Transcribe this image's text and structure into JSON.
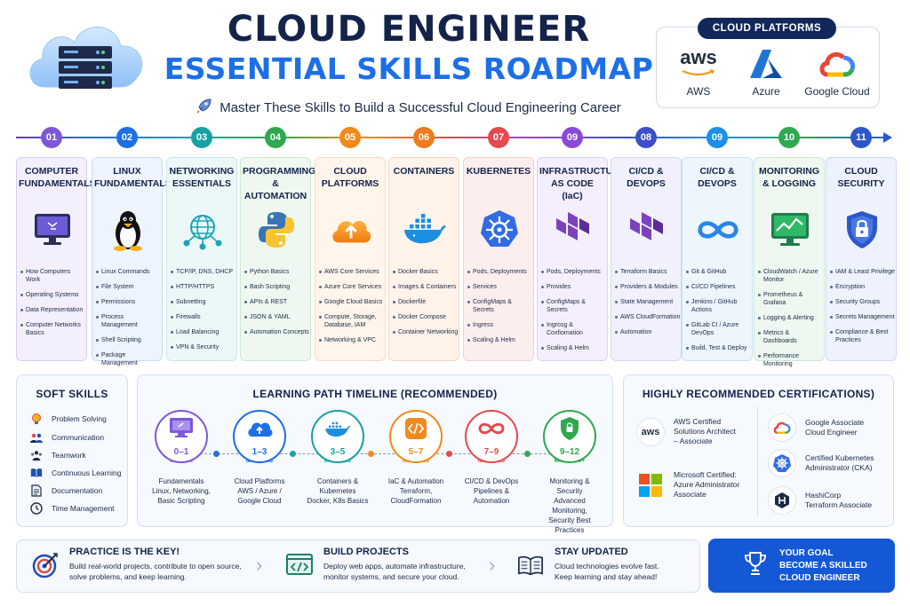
{
  "header": {
    "title_line1": "CLOUD ENGINEER",
    "title_line2": "ESSENTIAL SKILLS ROADMAP",
    "tagline": "Master These Skills to Build a Successful Cloud Engineering Career",
    "rocket_icon": "rocket-icon",
    "hero_icon": "cloud-server-icon"
  },
  "platforms": {
    "heading": "CLOUD PLATFORMS",
    "items": [
      {
        "name": "AWS",
        "logo_text": "aws",
        "icon": "aws-logo-icon"
      },
      {
        "name": "Azure",
        "icon": "azure-logo-icon"
      },
      {
        "name": "Google Cloud",
        "icon": "google-cloud-logo-icon"
      }
    ]
  },
  "skills": [
    {
      "num": "01",
      "title": "COMPUTER FUNDAMENTALS",
      "icon": "computer-monitor-icon",
      "color": "#7e57d8",
      "bg": "#f3effd",
      "border": "#d9cdf7",
      "items": [
        "How Computers Work",
        "Operating Systems",
        "Data Representation",
        "Computer Networks Basics"
      ]
    },
    {
      "num": "02",
      "title": "LINUX FUNDAMENTALS",
      "icon": "linux-penguin-icon",
      "color": "#1d6fe8",
      "bg": "#eef4fe",
      "border": "#c9dcf7",
      "items": [
        "Linux Commands",
        "File System",
        "Permissions",
        "Process Management",
        "Shell Scripting",
        "Package Management"
      ]
    },
    {
      "num": "03",
      "title": "NETWORKING ESSENTIALS",
      "icon": "network-globe-icon",
      "color": "#17a2a2",
      "bg": "#ecf8f8",
      "border": "#c5e8e8",
      "items": [
        "TCP/IP, DNS, DHCP",
        "HTTP/HTTPS",
        "Subnetting",
        "Firewalls",
        "Load Balancing",
        "VPN & Security"
      ]
    },
    {
      "num": "04",
      "title": "PROGRAMMING & AUTOMATION",
      "icon": "python-logo-icon",
      "color": "#2fa84f",
      "bg": "#eef8f0",
      "border": "#cbe8d2",
      "items": [
        "Python Basics",
        "Bash Scripting",
        "APIs & REST",
        "JSON & YAML",
        "Automation Concepts"
      ]
    },
    {
      "num": "05",
      "title": "CLOUD PLATFORMS",
      "icon": "cloud-upload-icon",
      "color": "#f08a1c",
      "bg": "#fff5ea",
      "border": "#f7dcbf",
      "items": [
        "AWS Core Services",
        "Azure Core Services",
        "Google Cloud Basics",
        "Compute, Storage, Database, IAM",
        "Networking & VPC"
      ]
    },
    {
      "num": "06",
      "title": "CONTAINERS",
      "icon": "docker-whale-icon",
      "color": "#f07a1c",
      "bg": "#fff3ea",
      "border": "#f7d7bf",
      "items": [
        "Docker Basics",
        "Images & Containers",
        "Dockerfile",
        "Docker Compose",
        "Container Networking"
      ]
    },
    {
      "num": "07",
      "title": "KUBERNETES",
      "icon": "kubernetes-helm-icon",
      "color": "#e5484d",
      "bg": "#fdeeee",
      "border": "#f5cfd0",
      "items": [
        "Pods, Deployments",
        "Services",
        "ConfigMaps & Secrets",
        "Ingress",
        "Scaling & Helm"
      ]
    },
    {
      "num": "09",
      "title": "INFRASTRUCTURE AS CODE (IaC)",
      "icon": "terraform-logo-icon",
      "color": "#8a4ad8",
      "bg": "#f5effd",
      "border": "#ddd0f5",
      "items": [
        "Pods, Deployments",
        "Provides",
        "ConfigMaps & Secrets",
        "Ingrosg & Coxfiomation",
        "Scaling & Helm"
      ]
    },
    {
      "num": "08",
      "title": "CI/CD & DEVOPS",
      "icon": "terraform-logo-icon",
      "color": "#3c4fc9",
      "bg": "#f0f1fc",
      "border": "#d2d6f4",
      "items": [
        "Terraform Basics",
        "Providers & Modules",
        "State Management",
        "AWS CloudFormation",
        "Automation"
      ]
    },
    {
      "num": "09",
      "title": "CI/CD & DEVOPS",
      "icon": "infinity-loop-icon",
      "color": "#1d8fe8",
      "bg": "#edf5fd",
      "border": "#c9e0f7",
      "items": [
        "Git & GitHub",
        "CI/CD Pipelines",
        "Jenkins / GitHub Actions",
        "GitLab CI / Azure DevOps",
        "Build, Test & Deploy"
      ]
    },
    {
      "num": "10",
      "title": "MONITORING & LOGGING",
      "icon": "monitoring-chart-icon",
      "color": "#2fa84f",
      "bg": "#eef8f0",
      "border": "#cbe8d2",
      "items": [
        "CloudWatch / Azure Monitor",
        "Prometheus & Grafana",
        "Logging & Alerting",
        "Metrics & Dashboards",
        "Performance Monitoring"
      ]
    },
    {
      "num": "11",
      "title": "CLOUD SECURITY",
      "icon": "shield-lock-icon",
      "color": "#2d57c9",
      "bg": "#eef2fc",
      "border": "#cdd8f3",
      "items": [
        "IAM & Least Privilege",
        "Encryption",
        "Security Groups",
        "Secrets Management",
        "Compliance & Best Practices"
      ]
    }
  ],
  "soft_skills": {
    "heading": "SOFT SKILLS",
    "items": [
      {
        "label": "Problem Solving",
        "icon": "lightbulb-icon"
      },
      {
        "label": "Communication",
        "icon": "people-chat-icon"
      },
      {
        "label": "Teamwork",
        "icon": "team-icon"
      },
      {
        "label": "Continuous Learning",
        "icon": "open-book-icon"
      },
      {
        "label": "Documentation",
        "icon": "document-icon"
      },
      {
        "label": "Time Management",
        "icon": "clock-icon"
      }
    ]
  },
  "learning_path": {
    "heading": "LEARNING PATH TIMELINE (RECOMMENDED)",
    "steps": [
      {
        "range": "0–1",
        "unit": "MONTH",
        "desc": [
          "Fundamentals",
          "Linux, Networking,",
          "Basic Scripting"
        ],
        "color": "#7e57d8",
        "icon": "monitor-icon"
      },
      {
        "range": "1–3",
        "unit": "MONTHS",
        "desc": [
          "Cloud Platforms",
          "AWS / Azure /",
          "Google Cloud"
        ],
        "color": "#1d6fe8",
        "icon": "cloud-icon"
      },
      {
        "range": "3–5",
        "unit": "MONTHS",
        "desc": [
          "Containers &",
          "Kubernetes",
          "Docker, K8s Basics"
        ],
        "color": "#17a2a2",
        "icon": "docker-icon"
      },
      {
        "range": "5–7",
        "unit": "MONTHS",
        "desc": [
          "IaC & Automation",
          "Terraform,",
          "CloudFormation"
        ],
        "color": "#f08a1c",
        "icon": "code-icon"
      },
      {
        "range": "7–9",
        "unit": "MONTHS",
        "desc": [
          "CI/CD & DevOps",
          "Pipelines &",
          "Automation"
        ],
        "color": "#e5484d",
        "icon": "infinity-icon"
      },
      {
        "range": "9–12",
        "unit": "MONTHS+",
        "desc": [
          "Monitoring & Security",
          "Advanced Monitoring,",
          "Security Best Practices"
        ],
        "color": "#2fa84f",
        "icon": "shield-icon"
      }
    ]
  },
  "certifications": {
    "heading": "HIGHLY RECOMMENDED CERTIFICATIONS)",
    "items": [
      {
        "lines": [
          "AWS Certified",
          "Solutions Architect",
          "– Associate"
        ],
        "icon": "aws-logo-icon"
      },
      {
        "lines": [
          "Google Associate",
          "Cloud Engineer"
        ],
        "icon": "google-cloud-logo-icon"
      },
      {
        "lines": [
          "Microsoft Certified:",
          "Azure Administrator",
          "Associate"
        ],
        "icon": "microsoft-logo-icon"
      },
      {
        "lines": [
          "Certified Kubernetes",
          "Administrator (CKA)"
        ],
        "icon": "kubernetes-logo-icon"
      },
      {
        "lines": [
          "HashiCorp",
          "Terraform Associate"
        ],
        "icon": "hashicorp-logo-icon"
      }
    ]
  },
  "footer": {
    "blocks": [
      {
        "title": "PRACTICE IS THE KEY!",
        "lines": [
          "Build real-world projects, contribute to open source,",
          "solve problems, and keep learning."
        ],
        "icon": "target-icon"
      },
      {
        "title": "BUILD PROJECTS",
        "lines": [
          "Deploy web apps, automate infrastructure,",
          "monitor systems, and secure your cloud."
        ],
        "icon": "code-window-icon"
      },
      {
        "title": "STAY UPDATED",
        "lines": [
          "Cloud technologies evolve fast.",
          "Keep learning and stay ahead!"
        ],
        "icon": "book-icon"
      }
    ],
    "goal": {
      "title": "YOUR GOAL",
      "line1": "BECOME A SKILLED",
      "line2": "CLOUD ENGINEER",
      "icon": "trophy-icon"
    }
  },
  "colors": {
    "navy": "#13234a",
    "accent": "#1d6fe8",
    "goal_bg": "#1558d6"
  }
}
